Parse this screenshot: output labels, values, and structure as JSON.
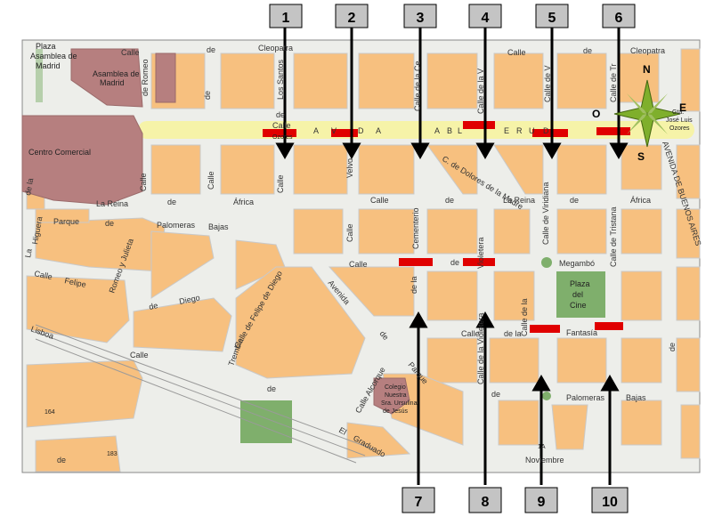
{
  "colors": {
    "block": "#F7C07F",
    "block_stroke": "#C9C9C9",
    "street": "#EDEEEA",
    "building": "#B67F7F",
    "green": "#7FAF6C",
    "avenue_highlight": "#F6F3A8",
    "marker": "#E00000",
    "callout_fill": "#C4C4C4",
    "rail": "#9A9A9A"
  },
  "callouts_top": [
    "1",
    "2",
    "3",
    "4",
    "5",
    "6"
  ],
  "callouts_bottom": [
    "7",
    "8",
    "9",
    "10"
  ],
  "compass": {
    "n": "N",
    "s": "S",
    "e": "E",
    "o": "O",
    "icon": "compass-rose-icon"
  },
  "places": {
    "plaza_asamblea": [
      "Plaza",
      "Asamblea de",
      "Madrid"
    ],
    "asamblea": [
      "Asamblea de",
      "Madrid"
    ],
    "centro_comercial": "Centro Comercial",
    "plaza_cine": [
      "Plaza",
      "del",
      "Cine"
    ],
    "colegio": [
      "Colegio",
      "Nuestra",
      "Sra. Ursulina",
      "de Jesús"
    ],
    "gta": [
      "Gta.",
      "José Luis",
      "Ozores"
    ],
    "gta_left": "Ozores",
    "num_164": "164",
    "num_183": "183",
    "num_1a": "1A"
  },
  "streets": {
    "cleopatra": [
      "Calle",
      "de",
      "Cleopatra"
    ],
    "cleopatra_right": "Cleopatra",
    "avenida": [
      "A",
      "V",
      "D",
      "A",
      "A",
      "B",
      "L",
      "E",
      "R",
      "U",
      "D"
    ],
    "calle_de_ce": "Calle de la Ce",
    "calle_de_la_v": "Calle de la V",
    "calle_de_v": "Calle de V",
    "calle_de_tr": "Calle de Tr",
    "los_santos": [
      "Los Santos",
      "Calle",
      "de"
    ],
    "de_romeo": "de Romeo",
    "de": "de",
    "calle_left": "Calle",
    "calle_left2": "Calle",
    "calle_left3": "Calle",
    "velvo": "Velvo",
    "calle_reina_de_africa": [
      "Calle",
      "La Reina",
      "de",
      "África"
    ],
    "la_reina_left": "La Reina",
    "de_africa_left": [
      "de",
      "África"
    ],
    "reina_right": [
      "La Reina",
      "de",
      "África"
    ],
    "dolores_de_la_madre": "C. de Dolores de la Madre",
    "cementerio": "Cementerio",
    "paloma_bajas": [
      "Palomeras",
      "Bajas"
    ],
    "parque_de": [
      "Parque",
      "de"
    ],
    "calle_de_la": [
      "Calle",
      "de"
    ],
    "violetera": "Violetera",
    "meganbo": "Megambó",
    "calle_felipe": [
      "Calle",
      "Felipe"
    ],
    "de_liego": [
      "de",
      "Diego"
    ],
    "romeo_y_julieta": "Romeo y Julieta",
    "calle_de_felipe_diego": "Calle de Felipe de Diego",
    "tremile": "Tremble",
    "avenida_diag": "Avenida",
    "de_ce": "de",
    "de_la": "de la",
    "calle_de_violetera": "Calle de la Violetera",
    "calle_vertical_9": "Calle de Viridiana",
    "calle_vertical_10": "Calle de Tristana",
    "fantasia": [
      "Calle",
      "de la",
      "Fantasía"
    ],
    "palomeras_bajas_bottom": [
      "Palomeras",
      "Bajas"
    ],
    "calle_alcorque": "Calle Alcorque",
    "parque": "Parque",
    "el_graduado": [
      "El",
      "Graduado"
    ],
    "calle_la_higuera": [
      "La",
      "Higuera"
    ],
    "de_la_higuera": "de la",
    "lisboa": "Lisboa",
    "calle_bottom": "Calle",
    "de_bottom": "de",
    "avenida_buenos_aires": "AVENIDA DE BUENOS AIRES",
    "calle_right_de": "de",
    "calle_de_la_top": "Calle de la",
    "noviembre": "Noviembre",
    "de_c": "de",
    "de_d": "de",
    "de_e": "de",
    "calle_de_2": "de",
    "calle_label_2": "Calle"
  }
}
